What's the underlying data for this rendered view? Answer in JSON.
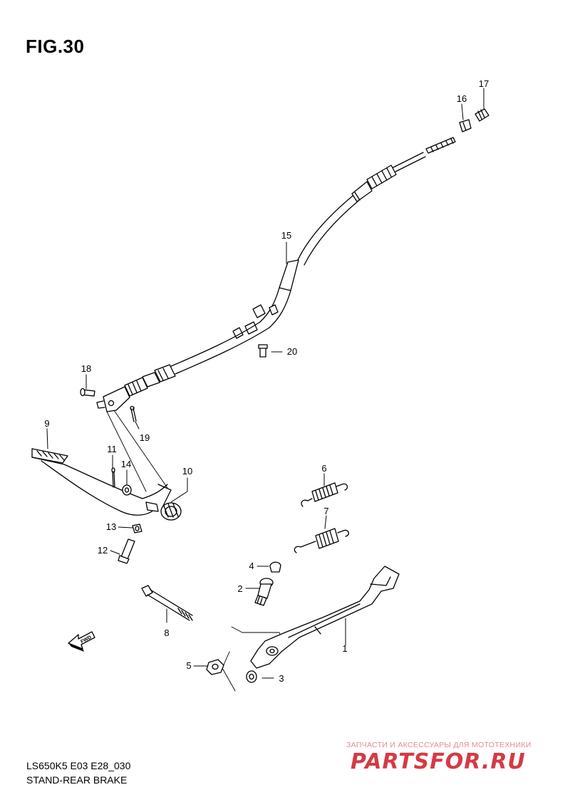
{
  "figure": {
    "title": "FIG.30"
  },
  "footer": {
    "model_code": "LS650K5 E03 E28_030",
    "section_title": "STAND-REAR BRAKE"
  },
  "direction_marker": {
    "label": "FWD"
  },
  "watermark": {
    "caption": "ЗАПЧАСТИ И АКСЕССУАРЫ ДЛЯ МОТОТЕХНИКИ",
    "logo": "PARTSFOR.RU",
    "color": "#d63a44"
  },
  "callouts": [
    "1",
    "2",
    "3",
    "4",
    "5",
    "6",
    "7",
    "8",
    "9",
    "10",
    "11",
    "12",
    "13",
    "14",
    "15",
    "16",
    "17",
    "18",
    "19",
    "20"
  ]
}
